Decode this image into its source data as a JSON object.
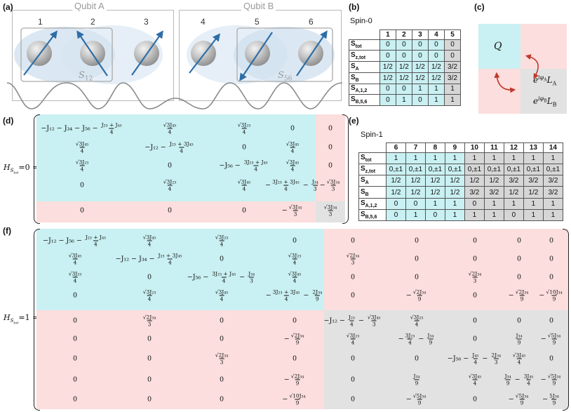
{
  "panels": {
    "a": "(a)",
    "b": "(b)",
    "c": "(c)",
    "d": "(d)",
    "e": "(e)",
    "f": "(f)"
  },
  "panel_a": {
    "qubit_a_title": "Qubit A",
    "qubit_b_title": "Qubit B",
    "site_numbers": [
      "1",
      "2",
      "3",
      "4",
      "5",
      "6"
    ],
    "sub_label_a": "S",
    "sub_label_a_index": "12",
    "sub_label_b": "S",
    "sub_label_b_index": "56"
  },
  "colors": {
    "cyan": "#c9f0f2",
    "pink": "#fbdedd",
    "gray": "#e2e2e2",
    "arrow": "#2e6ea6",
    "red_arrow": "#c0392b"
  },
  "table_b": {
    "title": "Spin-0",
    "columns": [
      "1",
      "2",
      "3",
      "4",
      "5"
    ],
    "rows": [
      {
        "label": "S",
        "sub": "tot",
        "values": [
          "0",
          "0",
          "0",
          "0",
          "0"
        ]
      },
      {
        "label": "S",
        "sub": "z,tot",
        "values": [
          "0",
          "0",
          "0",
          "0",
          "0"
        ]
      },
      {
        "label": "S",
        "sub": "A",
        "values": [
          "1/2",
          "1/2",
          "1/2",
          "1/2",
          "3/2"
        ]
      },
      {
        "label": "S",
        "sub": "B",
        "values": [
          "1/2",
          "1/2",
          "1/2",
          "1/2",
          "3/2"
        ]
      },
      {
        "label": "S",
        "sub": "A,1,2",
        "values": [
          "0",
          "0",
          "1",
          "1",
          "1"
        ]
      },
      {
        "label": "S",
        "sub": "B,5,6",
        "values": [
          "0",
          "1",
          "0",
          "1",
          "1"
        ]
      }
    ]
  },
  "panel_c": {
    "q_label": "Q",
    "la_text": "e",
    "la_exp": "iφ",
    "la_exp_sub": "A",
    "la_op": "L",
    "la_op_sub": "A",
    "lb_text": "e",
    "lb_exp": "iφ",
    "lb_exp_sub": "B",
    "lb_op": "L",
    "lb_op_sub": "B"
  },
  "table_e": {
    "title": "Spin-1",
    "columns": [
      "6",
      "7",
      "8",
      "9",
      "10",
      "11",
      "12",
      "13",
      "14"
    ],
    "rows": [
      {
        "label": "S",
        "sub": "tot",
        "values": [
          "1",
          "1",
          "1",
          "1",
          "1",
          "1",
          "1",
          "1",
          "1"
        ]
      },
      {
        "label": "S",
        "sub": "z,tot",
        "values": [
          "0,±1",
          "0,±1",
          "0,±1",
          "0,±1",
          "0,±1",
          "0,±1",
          "0,±1",
          "0,±1",
          "0,±1"
        ]
      },
      {
        "label": "S",
        "sub": "A",
        "values": [
          "1/2",
          "1/2",
          "1/2",
          "1/2",
          "1/2",
          "1/2",
          "3/2",
          "3/2",
          "3/2"
        ]
      },
      {
        "label": "S",
        "sub": "B",
        "values": [
          "1/2",
          "1/2",
          "1/2",
          "1/2",
          "3/2",
          "3/2",
          "1/2",
          "1/2",
          "3/2"
        ]
      },
      {
        "label": "S",
        "sub": "A,1,2",
        "values": [
          "0",
          "0",
          "1",
          "1",
          "0",
          "1",
          "1",
          "1",
          "1"
        ]
      },
      {
        "label": "S",
        "sub": "B,5,6",
        "values": [
          "0",
          "1",
          "0",
          "1",
          "1",
          "1",
          "0",
          "1",
          "1"
        ]
      }
    ]
  },
  "matrix_d": {
    "label": "H",
    "label_sub": "S",
    "label_subsub": "tot",
    "label_eq": "=0 =",
    "cells": [
      [
        "−J₁₂ − J₃₄ − J₅₆ − {J₂₃ + J₄₅|4}",
        "{√3J₄₅|4}",
        "{√3J₂₃|4}",
        "0",
        "0"
      ],
      [
        "{√3J₄₅|4}",
        "−J₁₂ − {J₂₃ + 3J₄₅|4}",
        "0",
        "{√3J₄₅|4}",
        "0"
      ],
      [
        "{√3J₂₃|4}",
        "0",
        "−J₅₆ − {3J₂₃ + J₄₅|4}",
        "{√3J₄₅|4}",
        "0"
      ],
      [
        "0",
        "{√3J₂₃|4}",
        "{√3J₄₅|4}",
        "−{3J₂₃ + 3J₄₅|4} − {J₃₄|3}",
        "−{√3J₃₄|3}"
      ],
      [
        "0",
        "0",
        "0",
        "−{√3J₃₄|3}",
        "{√3J₃₄|3}"
      ]
    ]
  },
  "matrix_f": {
    "label": "H",
    "label_sub": "S",
    "label_subsub": "tot",
    "label_eq": "=1 =",
    "cells": [
      [
        "−J₁₂ − J₅₆ − {J₂₃ + J₄₅|4}",
        "{√3J₄₅|4}",
        "{√3J₂₃|4}",
        "0",
        "0",
        "0",
        "0",
        "0",
        "0"
      ],
      [
        "{√3J₄₅|4}",
        "−J₁₂ − J₃₄ − {J₂₃ + 3J₄₅|4}",
        "0",
        "{√3J₂₃|4}",
        "{√2J₃₄|3}",
        "0",
        "0",
        "0",
        "0"
      ],
      [
        "{√3J₂₃|4}",
        "0",
        "−J₅₆ − {3J₂₃ + J₄₅|4} − {J₃₄|3}",
        "{√3J₄₅|4}",
        "0",
        "0",
        "{√2J₃₄|3}",
        "0",
        "0"
      ],
      [
        "0",
        "{√3J₂₃|4}",
        "{√3J₄₅|4}",
        "−{3J₂₃ + 3J₄₅|4} − {2J₃₄|9}",
        "0",
        "−{√2J₃₄|9}",
        "0",
        "−{√2J₃₄|9}",
        "−{√10J₃₄|9}"
      ],
      [
        "0",
        "{√2J₃₄|3}",
        "0",
        "0",
        "−J₁₂ − {J₂₃|4} − {√3J₄₅|3}",
        "{√3J₂₃|4}",
        "0",
        "0",
        "0"
      ],
      [
        "0",
        "0",
        "0",
        "−{√2J₃₄|9}",
        "{√3J₂₃|4}",
        "−{3J₂₃|4} − {J₃₄|9}",
        "0",
        "{J₃₄|9}",
        "−{√5J₃₄|9}"
      ],
      [
        "0",
        "0",
        "{√2J₃₄|3}",
        "0",
        "0",
        "0",
        "−J₅₆ − {J₄₅|4} − {2J₃₄|3}",
        "{√3J₄₅|4}",
        "0"
      ],
      [
        "0",
        "0",
        "0",
        "−{√2J₃₄|9}",
        "0",
        "{J₃₄|9}",
        "{√3J₄₅|4}",
        "{J₃₄|9} − {3J₄₅|4}",
        "−{√5J₃₄|9}"
      ],
      [
        "0",
        "0",
        "0",
        "−{√10J₃₄|9}",
        "0",
        "−{√5J₃₄|9}",
        "0",
        "−{√5J₃₄|9}",
        "−{5J₃₄|9}"
      ]
    ]
  }
}
